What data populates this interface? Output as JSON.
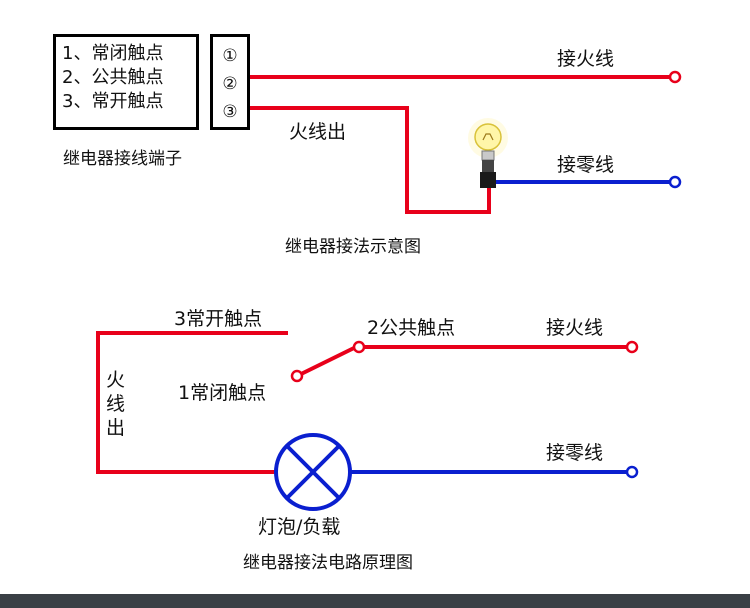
{
  "terminals": {
    "lines": [
      "1、常闭触点",
      "2、公共触点",
      "3、常开触点"
    ],
    "numbers": [
      "①",
      "②",
      "③"
    ],
    "caption": "继电器接线端子"
  },
  "wiring_diagram": {
    "live_in_label": "接火线",
    "live_out_label": "火线出",
    "neutral_label": "接零线",
    "caption": "继电器接法示意图"
  },
  "schematic": {
    "no_contact_label": "3常开触点",
    "common_contact_label": "2公共触点",
    "nc_contact_label": "1常闭触点",
    "live_in_label": "接火线",
    "neutral_label": "接零线",
    "live_out_label": "火线出",
    "lamp_label": "灯泡/负载",
    "caption": "继电器接法电路原理图"
  },
  "colors": {
    "live": "#e8001a",
    "neutral": "#0a1fcf",
    "outline": "#000000"
  }
}
